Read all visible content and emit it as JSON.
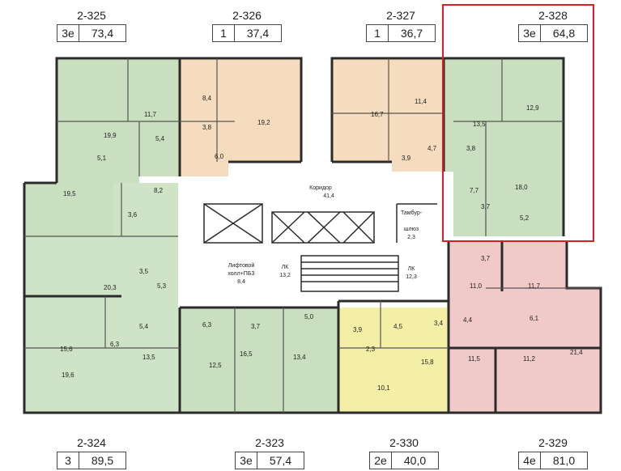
{
  "apartments": [
    {
      "id": "2-325",
      "type": "3е",
      "area": "73,4"
    },
    {
      "id": "2-326",
      "type": "1",
      "area": "37,4"
    },
    {
      "id": "2-327",
      "type": "1",
      "area": "36,7"
    },
    {
      "id": "2-328",
      "type": "3е",
      "area": "64,8"
    },
    {
      "id": "2-324",
      "type": "3",
      "area": "89,5"
    },
    {
      "id": "2-323",
      "type": "3е",
      "area": "57,4"
    },
    {
      "id": "2-330",
      "type": "2е",
      "area": "40,0"
    },
    {
      "id": "2-329",
      "type": "4е",
      "area": "81,0"
    }
  ],
  "rooms": {
    "r325_a": "11,7",
    "r325_b": "19,9",
    "r325_c": "5,4",
    "r325_d": "5,1",
    "r326_a": "8,4",
    "r326_b": "3,8",
    "r326_c": "19,2",
    "r326_d": "6,0",
    "r327_a": "16,7",
    "r327_b": "11,4",
    "r327_c": "4,7",
    "r327_d": "3,9",
    "r328_a": "12,9",
    "r328_b": "13,5",
    "r328_c": "3,8",
    "r328_d": "7,7",
    "r328_e": "18,0",
    "r328_f": "3,7",
    "r328_g": "5,2",
    "r324_a": "8,2",
    "r324_b": "19,5",
    "r324_c": "3,6",
    "r324_d": "3,5",
    "r324_e": "20,3",
    "r324_f": "5,3",
    "r324_g": "5,4",
    "r324_h": "6,3",
    "r324_i": "15,6",
    "r324_j": "13,5",
    "r324_k": "19,6",
    "r323_a": "6,3",
    "r323_b": "3,7",
    "r323_c": "5,0",
    "r323_d": "12,5",
    "r323_e": "16,5",
    "r323_f": "13,4",
    "r330_a": "3,9",
    "r330_b": "4,5",
    "r330_c": "3,4",
    "r330_d": "2,3",
    "r330_e": "15,8",
    "r330_f": "10,1",
    "r329_a": "3,7",
    "r329_b": "11,0",
    "r329_c": "11,7",
    "r329_d": "4,4",
    "r329_e": "6,1",
    "r329_f": "11,5",
    "r329_g": "11,2",
    "r329_h": "21,4"
  },
  "common": {
    "corridor_label": "Коридор",
    "corridor_area": "41,4",
    "tambour_l1": "Тамбур-",
    "tambour_l2": "шлюз",
    "tambour_area": "2,3",
    "lift_l1": "Лифтовой",
    "lift_l2": "холл+ПБЗ",
    "lift_area": "8,4",
    "lk1_label": "ЛК",
    "lk1_area": "13,2",
    "lk2_label": "ЛК",
    "lk2_area": "12,3"
  },
  "colors": {
    "green": "#c9dfbf",
    "green_dark": "#b5d1a8",
    "peach": "#f6dcbf",
    "yellow": "#f4efa6",
    "pink": "#f1c9c9",
    "wall": "#2b2b2b",
    "highlight": "#d81f26"
  }
}
